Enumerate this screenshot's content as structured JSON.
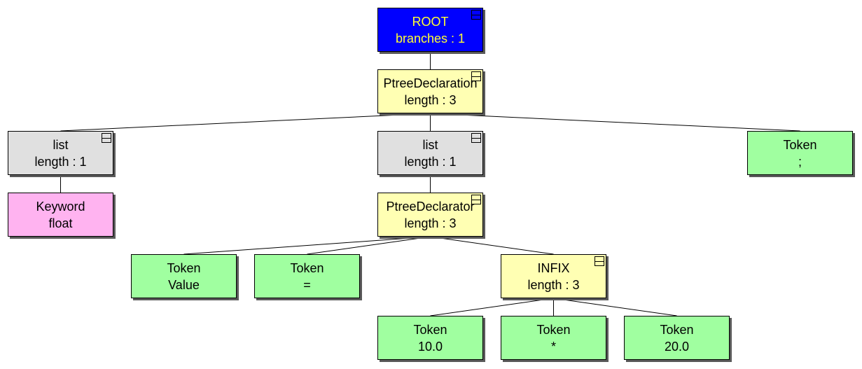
{
  "colors": {
    "root": "#0000ff",
    "root_text": "#ffff33",
    "ptree": "#ffffb3",
    "list": "#e0e0e0",
    "token": "#a0ffa0",
    "keyword": "#ffb3f0",
    "edge": "#000000"
  },
  "tree": {
    "root": {
      "line1": "ROOT",
      "line2": "branches : 1"
    },
    "declaration": {
      "line1": "PtreeDeclaration",
      "line2": "length : 3"
    },
    "list_left": {
      "line1": "list",
      "line2": "length : 1"
    },
    "list_mid": {
      "line1": "list",
      "line2": "length : 1"
    },
    "token_semicolon": {
      "line1": "Token",
      "line2": ";"
    },
    "keyword_float": {
      "line1": "Keyword",
      "line2": "float"
    },
    "declarator": {
      "line1": "PtreeDeclarator",
      "line2": "length : 3"
    },
    "token_value": {
      "line1": "Token",
      "line2": "Value"
    },
    "token_equals": {
      "line1": "Token",
      "line2": "="
    },
    "infix": {
      "line1": "INFIX",
      "line2": "length : 3"
    },
    "token_10": {
      "line1": "Token",
      "line2": "10.0"
    },
    "token_star": {
      "line1": "Token",
      "line2": "*"
    },
    "token_20": {
      "line1": "Token",
      "line2": "20.0"
    }
  },
  "edges": [
    [
      "root",
      "declaration"
    ],
    [
      "declaration",
      "list_left"
    ],
    [
      "declaration",
      "list_mid"
    ],
    [
      "declaration",
      "token_semicolon"
    ],
    [
      "list_left",
      "keyword_float"
    ],
    [
      "list_mid",
      "declarator"
    ],
    [
      "declarator",
      "token_value"
    ],
    [
      "declarator",
      "token_equals"
    ],
    [
      "declarator",
      "infix"
    ],
    [
      "infix",
      "token_10"
    ],
    [
      "infix",
      "token_star"
    ],
    [
      "infix",
      "token_20"
    ]
  ]
}
